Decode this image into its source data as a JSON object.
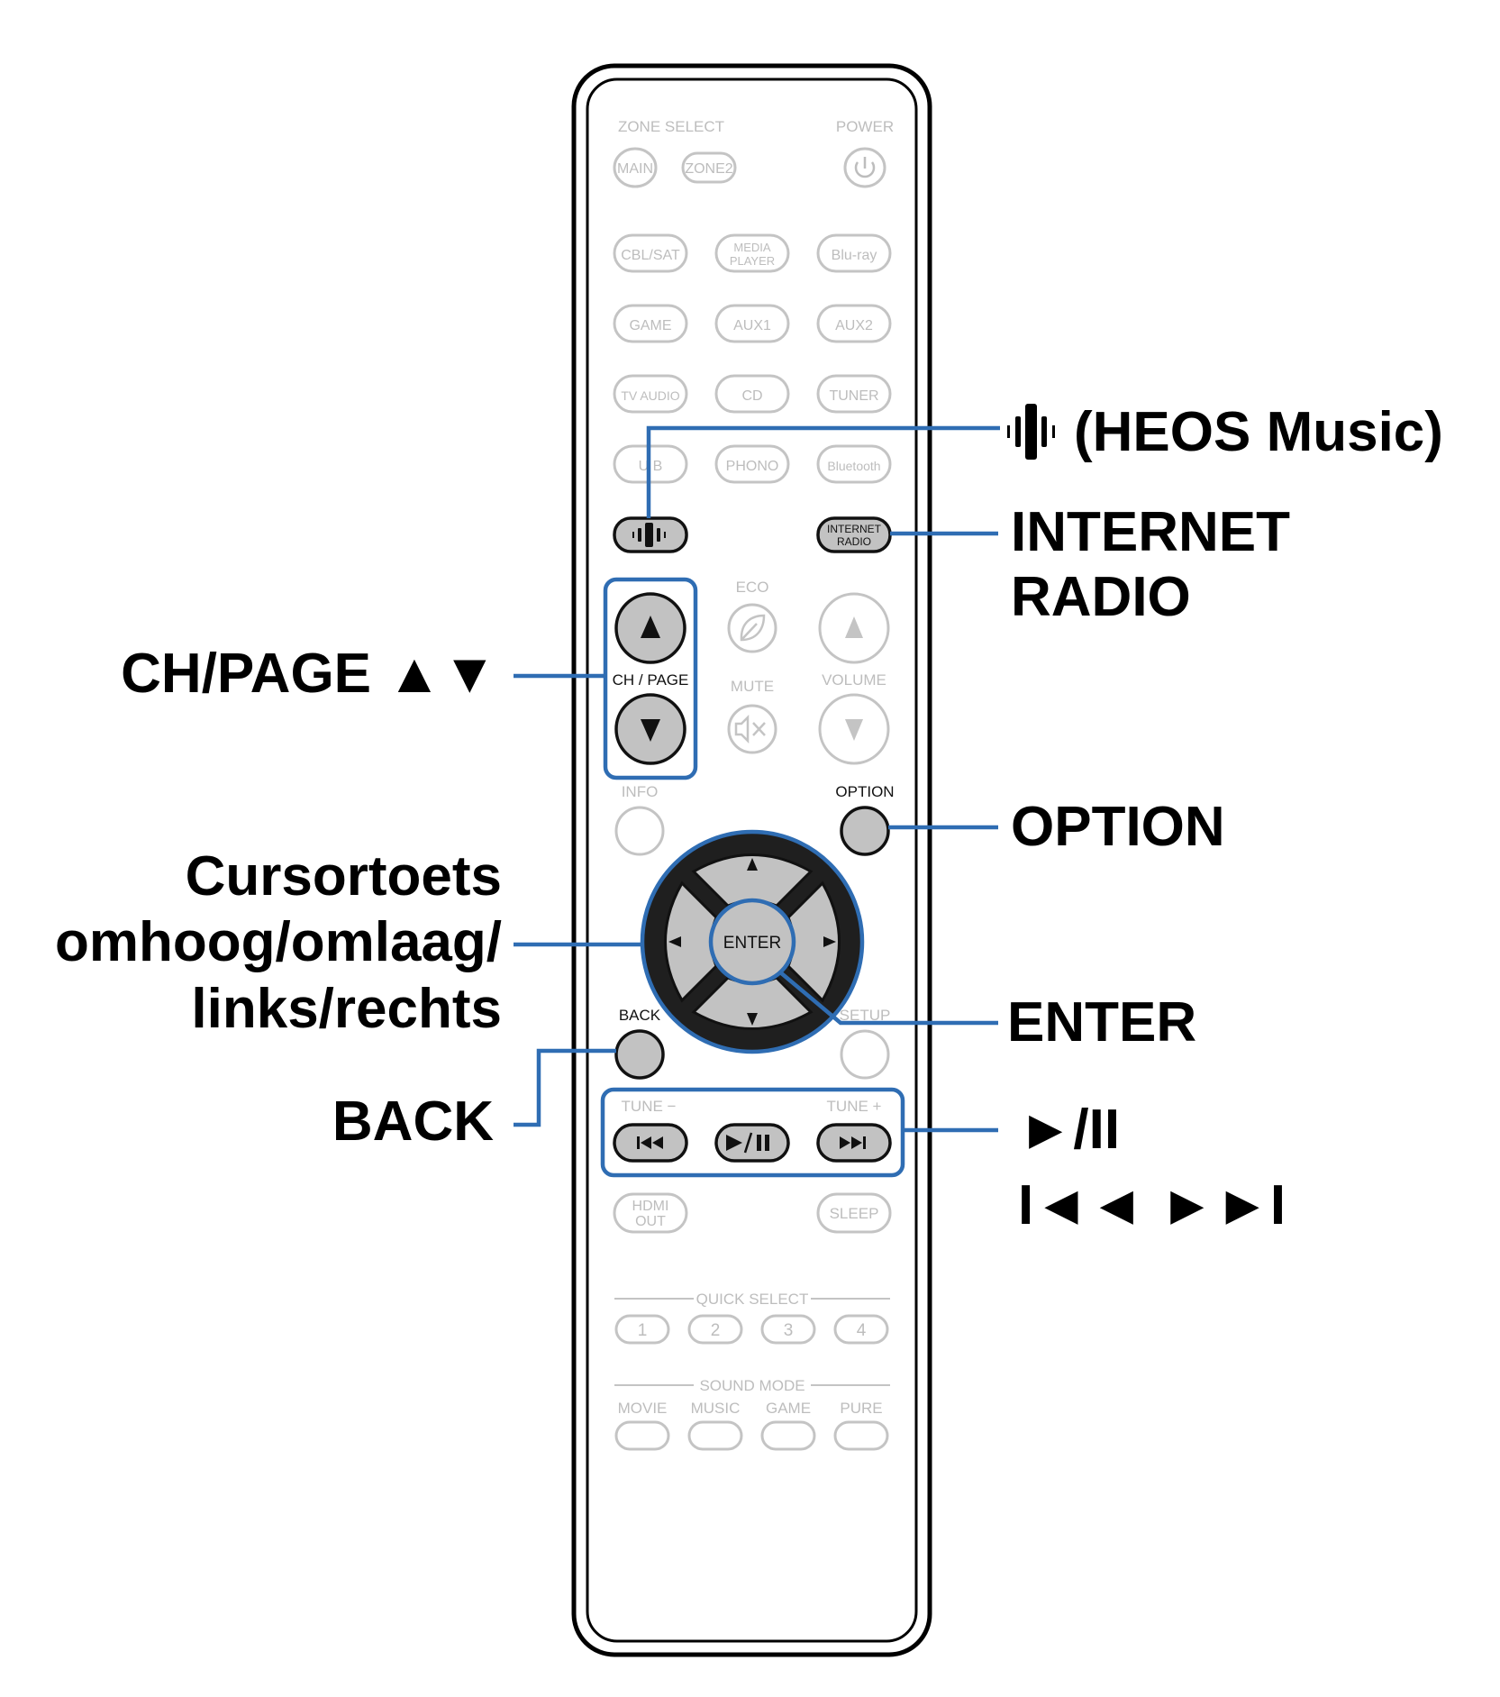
{
  "remote": {
    "zone_select": "ZONE SELECT",
    "power": "POWER",
    "main": "MAIN",
    "zone2": "ZONE2",
    "sources": {
      "cbl_sat": "CBL/SAT",
      "media_player_1": "MEDIA",
      "media_player_2": "PLAYER",
      "bluray": "Blu-ray",
      "game": "GAME",
      "aux1": "AUX1",
      "aux2": "AUX2",
      "tv_audio": "TV AUDIO",
      "cd": "CD",
      "tuner": "TUNER",
      "usb": "U    B",
      "phono": "PHONO",
      "bluetooth": "Bluetooth",
      "internet_radio_1": "INTERNET",
      "internet_radio_2": "RADIO"
    },
    "eco": "ECO",
    "ch_page": "CH / PAGE",
    "mute": "MUTE",
    "volume": "VOLUME",
    "info": "INFO",
    "option": "OPTION",
    "enter": "ENTER",
    "back": "BACK",
    "setup": "SETUP",
    "tune_minus": "TUNE −",
    "tune_plus": "TUNE +",
    "hdmi_out_1": "HDMI",
    "hdmi_out_2": "OUT",
    "sleep": "SLEEP",
    "quick_select": "QUICK SELECT",
    "quick": [
      "1",
      "2",
      "3",
      "4"
    ],
    "sound_mode": "SOUND MODE",
    "modes": [
      "MOVIE",
      "MUSIC",
      "GAME",
      "PURE"
    ]
  },
  "callouts": {
    "heos": "(HEOS Music)",
    "internet_radio_1": "INTERNET",
    "internet_radio_2": "RADIO",
    "ch_page": "CH/PAGE ▲▼",
    "option": "OPTION",
    "cursor_1": "Cursortoets",
    "cursor_2": "omhoog/omlaag/",
    "cursor_3": "links/rechts",
    "enter": "ENTER",
    "back": "BACK",
    "play_pause": "►/II",
    "skip": "I◄◄ ►►I"
  },
  "colors": {
    "highlight": "#2f6db3",
    "active_button": "#c2c2c2",
    "inactive": "#bdbdbd"
  }
}
